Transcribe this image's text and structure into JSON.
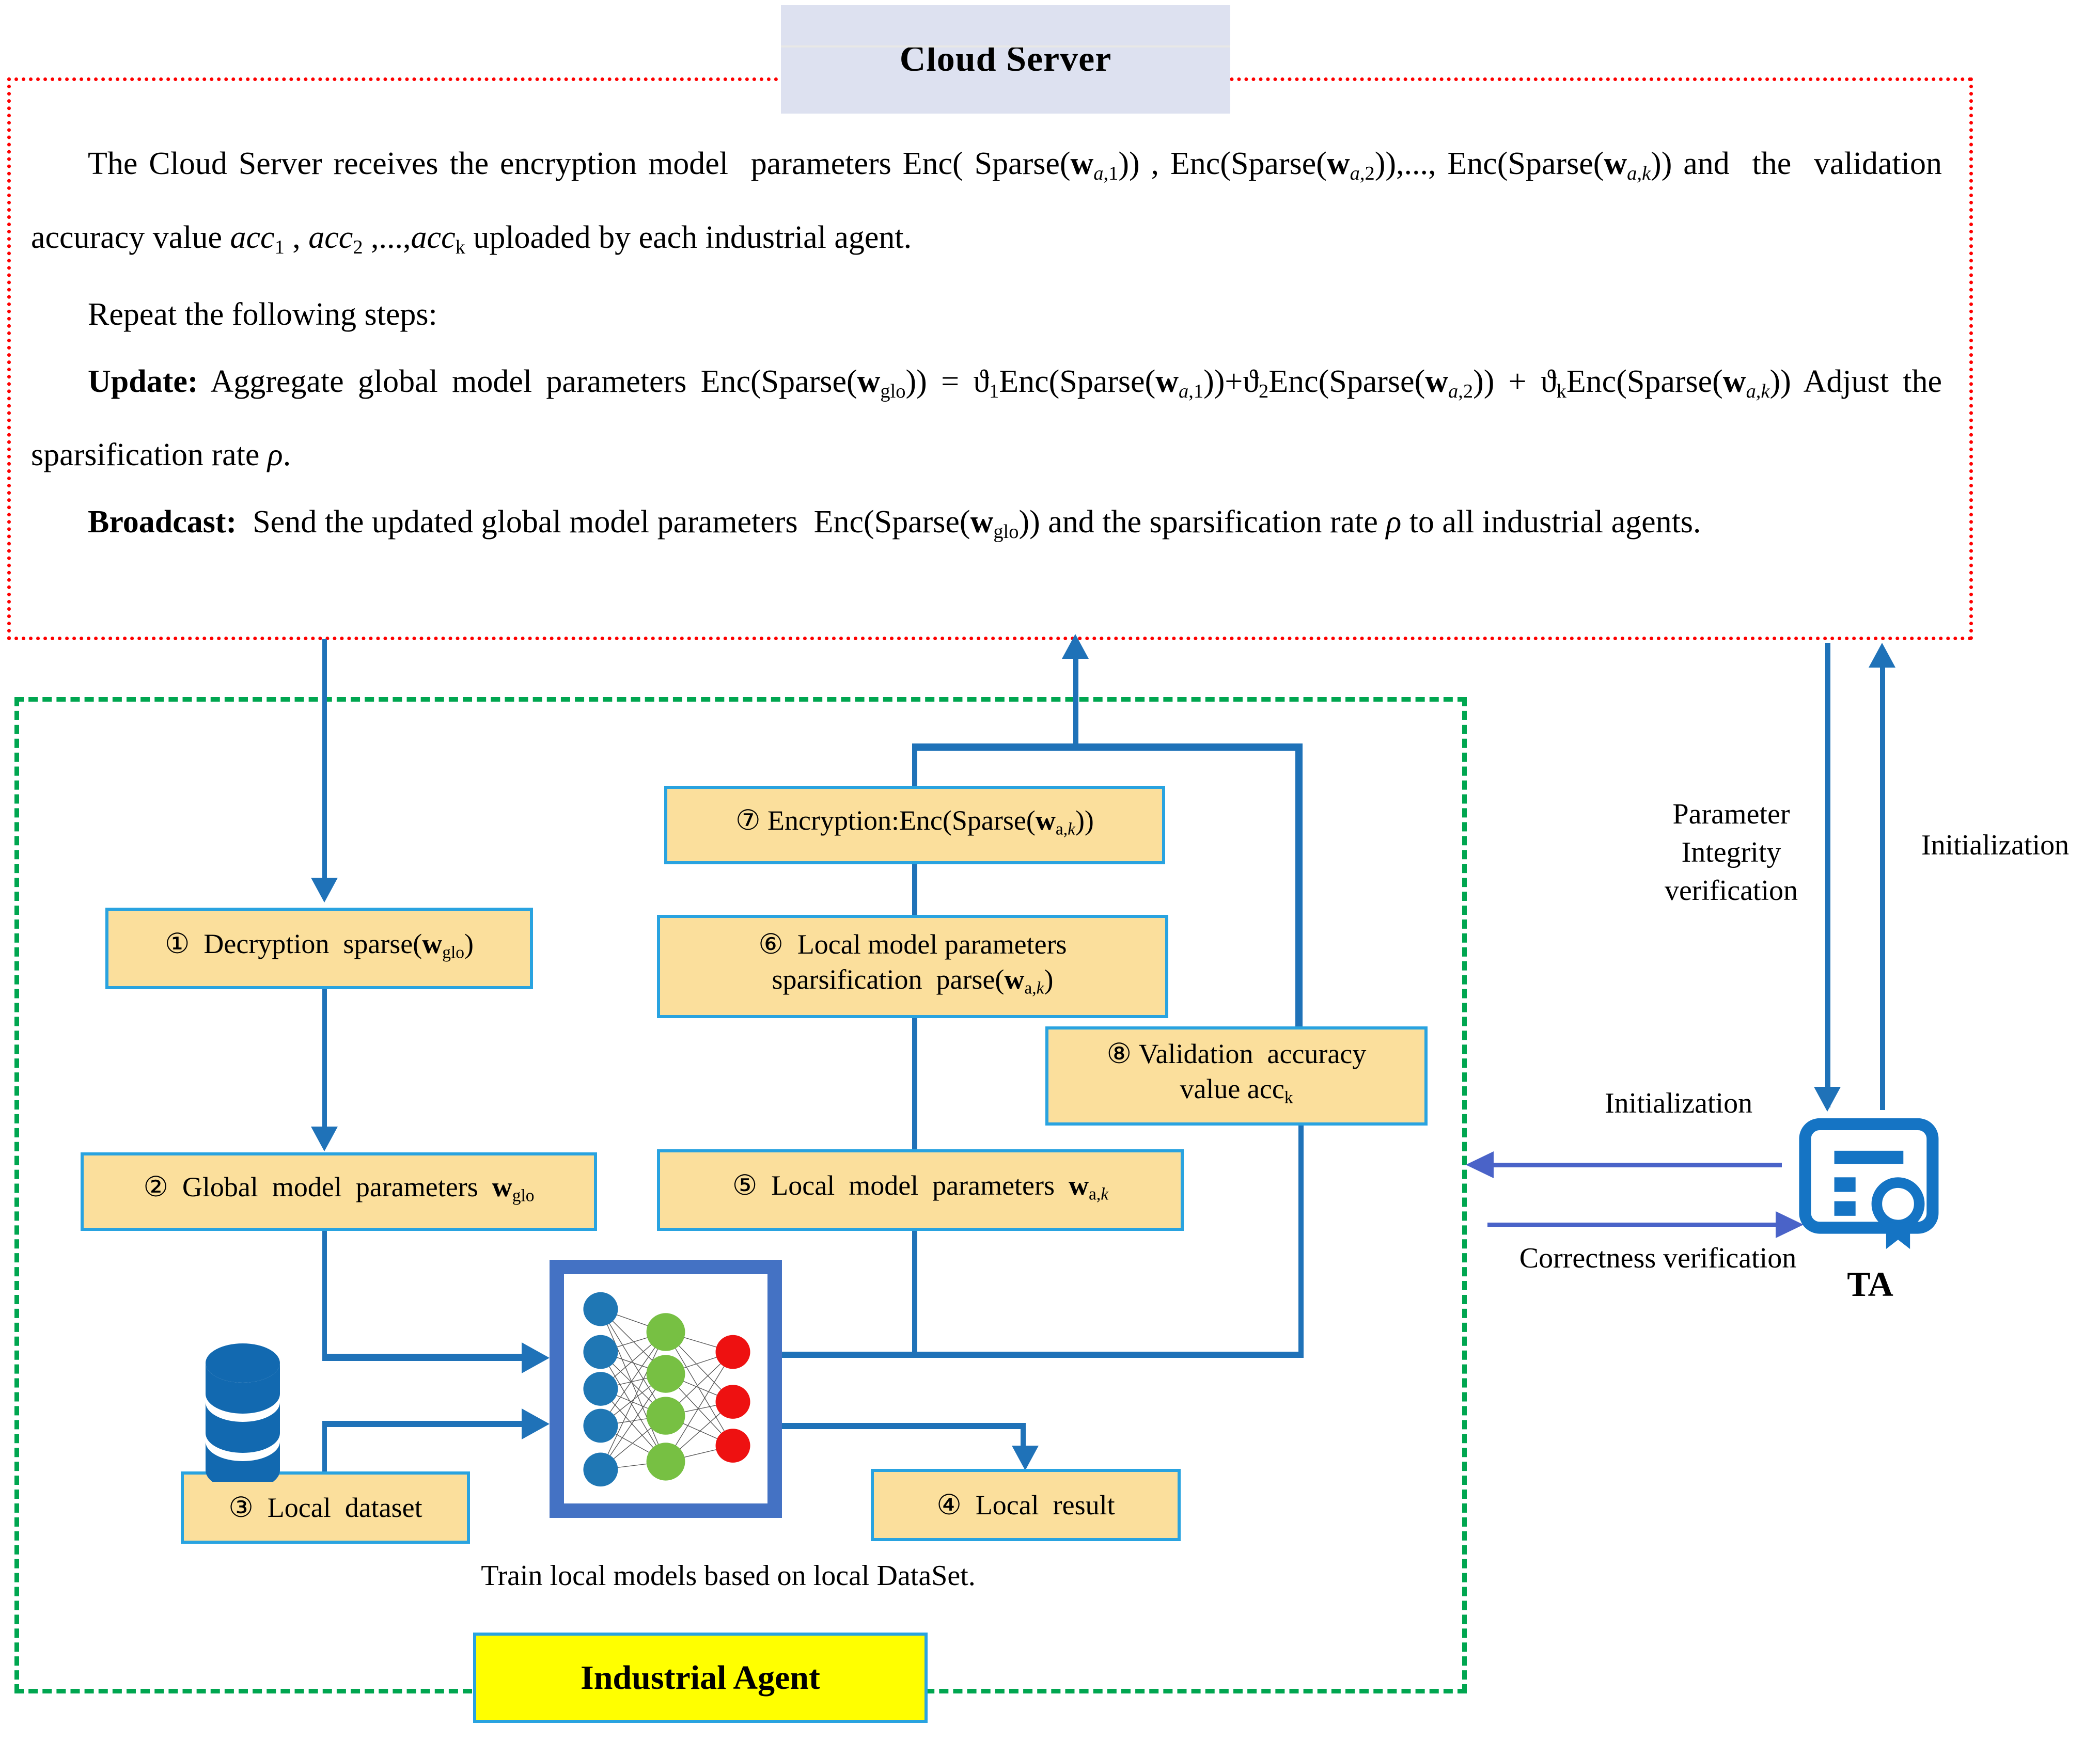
{
  "cloud": {
    "title": "Cloud Server",
    "paragraphs": [
      "The Cloud Server receives the encryption model  parameters Enc( Sparse(w_{a,1})) , Enc(Sparse(w_{a,2})),..., Enc(Sparse(w_{a,k})) and  the  validation accuracy value acc_1 , acc_2 ,...,acc_k uploaded by each industrial agent.",
      "Repeat the following steps:",
      "Update: Aggregate global model parameters Enc(Sparse(w_{glo})) = ϑ1Enc(Sparse(w_{a,1}))+ϑ2Enc(Sparse(w_{a,2})) + ϑkEnc(Sparse(w_{a,k})) Adjust the sparsification rate ρ.",
      "Broadcast: Send the updated global model parameters  Enc(Sparse(w_{glo})) and the sparsification rate ρ to all industrial agents."
    ],
    "update_label": "Update:",
    "broadcast_label": "Broadcast:",
    "repeat_line": "Repeat the following steps:"
  },
  "agent": {
    "title": "Industrial Agent",
    "train_caption": "Train local models based on local DataSet.",
    "boxes": [
      {
        "id": "box1",
        "num": "①",
        "text": "Decryption  sparse(w",
        "sub": "glo",
        "tail": ")"
      },
      {
        "id": "box2",
        "num": "②",
        "text": "Global  model  parameters  w",
        "sub": "glo",
        "tail": ""
      },
      {
        "id": "box3",
        "num": "③",
        "text": "Local  dataset",
        "sub": "",
        "tail": ""
      },
      {
        "id": "box4",
        "num": "④",
        "text": "Local  result",
        "sub": "",
        "tail": ""
      },
      {
        "id": "box5",
        "num": "⑤",
        "text": "Local  model  parameters  w",
        "sub": "a,k",
        "tail": ""
      },
      {
        "id": "box6",
        "num": "⑥",
        "text": "Local model parameters sparsification  parse(w",
        "sub": "a,k",
        "tail": ")"
      },
      {
        "id": "box7",
        "num": "⑦",
        "text": "Encryption:Enc(Sparse(w",
        "sub": "a,k",
        "tail": "))"
      },
      {
        "id": "box8",
        "num": "⑧",
        "text": "Validation  accuracy value acc",
        "sub": "k",
        "tail": ""
      }
    ]
  },
  "ta": {
    "label": "TA",
    "icon": "certificate-icon",
    "edges": {
      "parameter_integrity": "Parameter\nIntegrity\nverification",
      "parameter_integrity_l1": "Parameter",
      "parameter_integrity_l2": "Integrity",
      "parameter_integrity_l3": "verification",
      "initialization_top": "Initialization",
      "initialization_mid": "Initialization",
      "correctness": "Correctness verification"
    }
  },
  "colors": {
    "cloud_border": "#ff0000",
    "agent_border": "#00a650",
    "box_fill": "#fbdf9c",
    "box_border": "#29a3e0",
    "connector": "#1f72b8",
    "ta_blue": "#1f72b8",
    "title_chip": "#dde1f0",
    "agent_chip": "#ffff00",
    "nn_card": "#4472c4",
    "nn_input": "#1f77b4",
    "nn_hidden": "#77c043",
    "nn_output": "#ee1111"
  },
  "nn": {
    "input_nodes": 5,
    "hidden_nodes": 4,
    "output_nodes": 3
  }
}
